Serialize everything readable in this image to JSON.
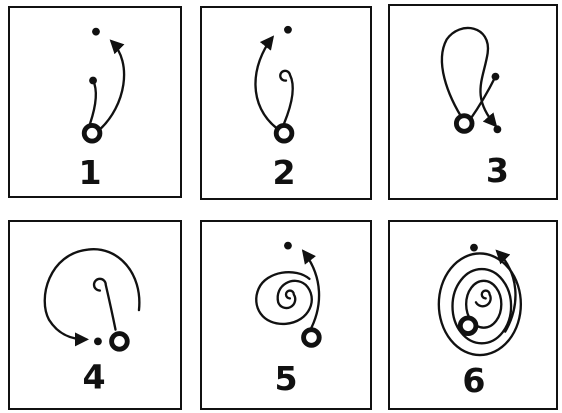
{
  "panels": [
    {
      "number": "1"
    },
    {
      "number": "2"
    },
    {
      "number": "3"
    },
    {
      "number": "4"
    },
    {
      "number": "5"
    },
    {
      "number": "6"
    }
  ],
  "colors": {
    "ink": "#111111",
    "background": "#ffffff"
  }
}
